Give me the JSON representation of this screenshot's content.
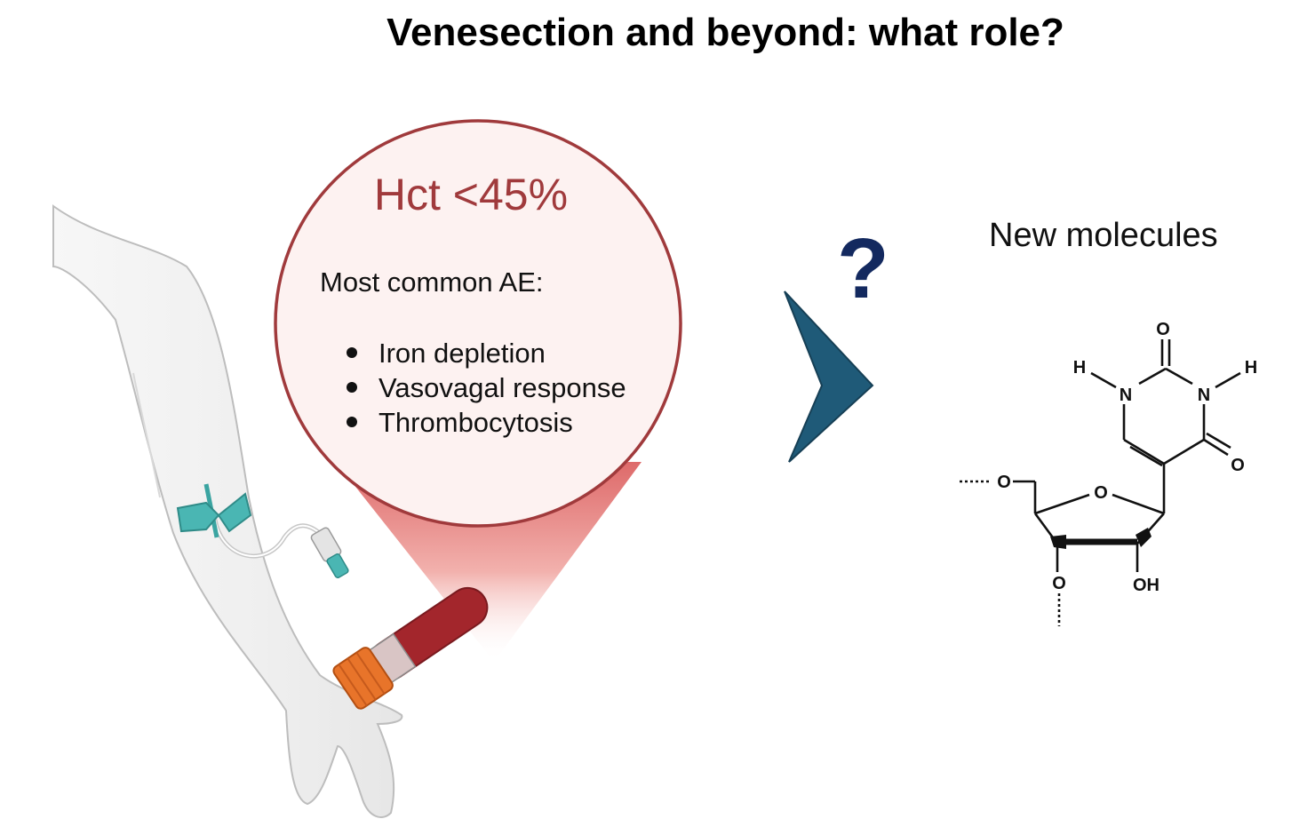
{
  "title": "Venesection and beyond: what role?",
  "callout": {
    "heading": "Hct <45%",
    "subheading": "Most common AE:",
    "items": [
      "Iron depletion",
      "Vasovagal response",
      "Thrombocytosis"
    ]
  },
  "transition": {
    "symbol": "?"
  },
  "molecules": {
    "label": "New molecules",
    "atoms": {
      "o_top": "O",
      "h_left": "H",
      "n_left": "N",
      "n_right": "N",
      "h_right": "H",
      "o_right": "O",
      "o_link": "O",
      "o_ring": "O",
      "o_bottom": "O",
      "oh": "OH"
    }
  },
  "colors": {
    "title_text": "#000000",
    "hct_text": "#a03a3c",
    "bubble_border": "#a03a3c",
    "bubble_fill": "#fdf2f1",
    "chevron": "#1f5a78",
    "question_mark": "#13295f",
    "blood": "#a3262c",
    "tube_cap": "#e8742a",
    "needle_wings": "#4ab6b3"
  }
}
